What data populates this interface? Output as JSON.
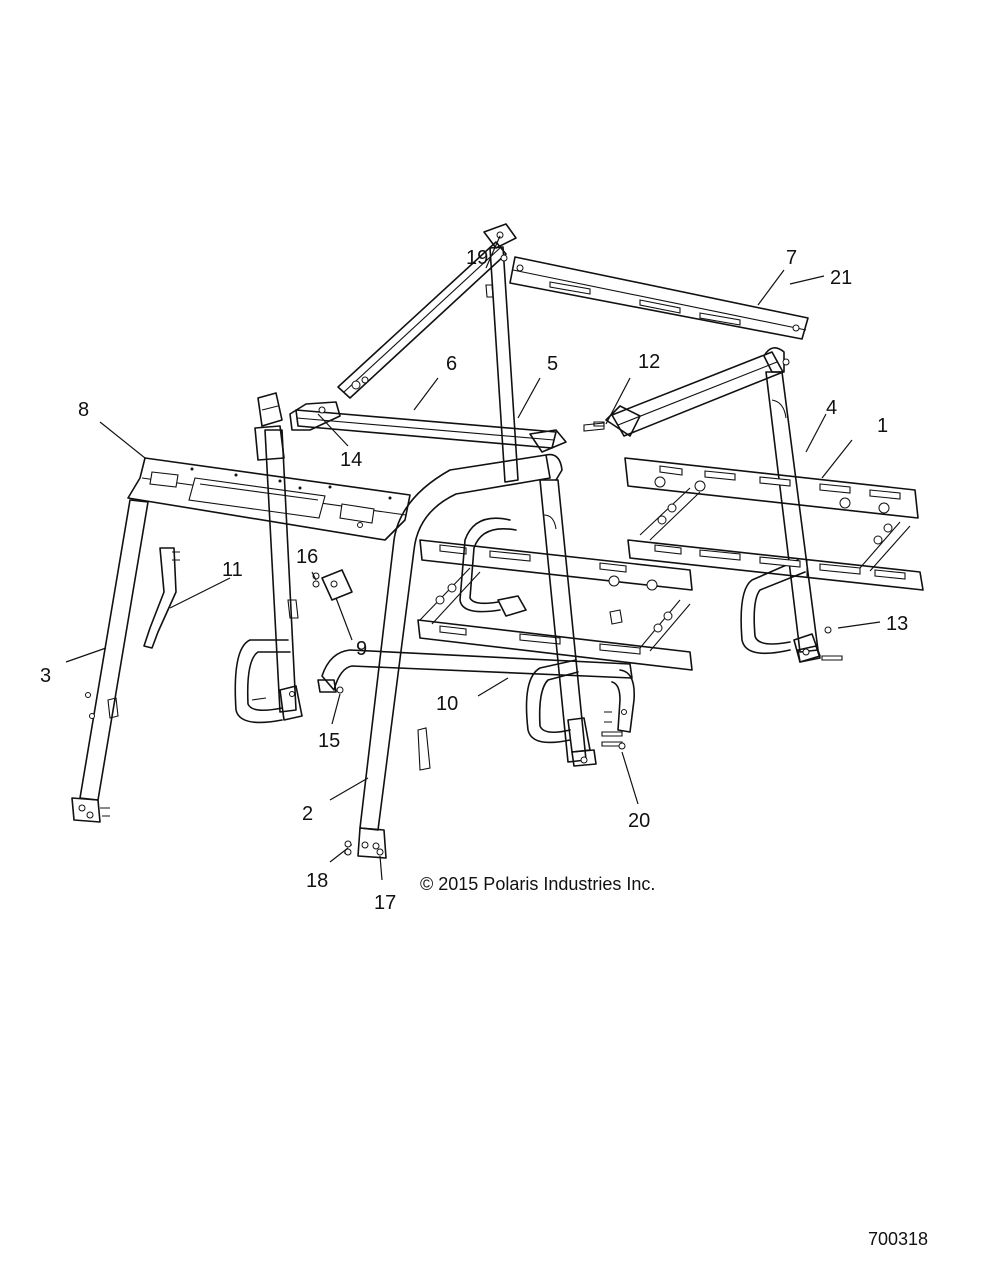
{
  "callouts": [
    {
      "id": "1",
      "label": "1"
    },
    {
      "id": "2",
      "label": "2"
    },
    {
      "id": "3",
      "label": "3"
    },
    {
      "id": "4",
      "label": "4"
    },
    {
      "id": "5",
      "label": "5"
    },
    {
      "id": "6",
      "label": "6"
    },
    {
      "id": "7",
      "label": "7"
    },
    {
      "id": "8",
      "label": "8"
    },
    {
      "id": "9",
      "label": "9"
    },
    {
      "id": "10",
      "label": "10"
    },
    {
      "id": "11",
      "label": "11"
    },
    {
      "id": "12",
      "label": "12"
    },
    {
      "id": "13",
      "label": "13"
    },
    {
      "id": "14",
      "label": "14"
    },
    {
      "id": "15",
      "label": "15"
    },
    {
      "id": "16",
      "label": "16"
    },
    {
      "id": "17",
      "label": "17"
    },
    {
      "id": "18",
      "label": "18"
    },
    {
      "id": "19",
      "label": "19"
    },
    {
      "id": "20",
      "label": "20"
    },
    {
      "id": "21",
      "label": "21"
    }
  ],
  "copyright": "© 2015 Polaris Industries Inc.",
  "figure_number": "700318"
}
